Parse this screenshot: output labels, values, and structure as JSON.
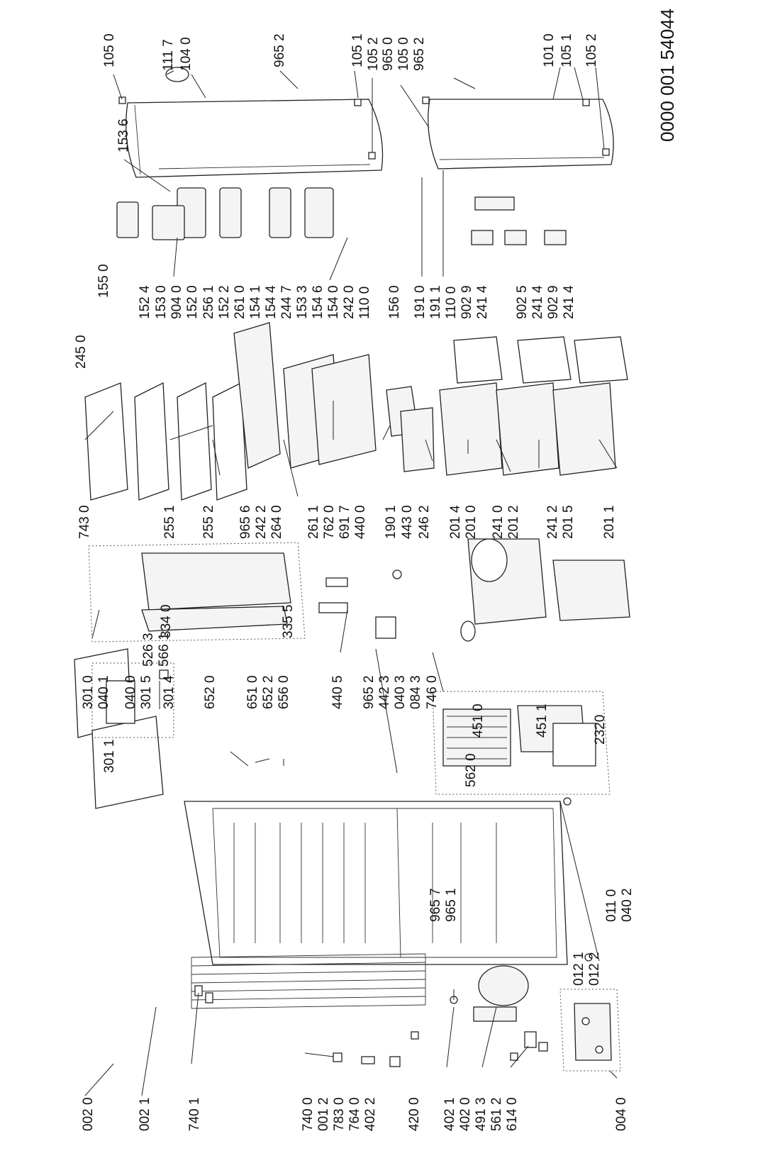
{
  "document_code": "0000 001 54044",
  "labels": [
    "105 0",
    "111 7",
    "104 0",
    "965 2",
    "105 1",
    "105 2",
    "965 0",
    "105 0",
    "965 2",
    "101 0",
    "105 1",
    "105 2",
    "153 6",
    "245 0",
    "155 0",
    "152 4",
    "153 0",
    "904 0",
    "152 0",
    "256 1",
    "152 2",
    "261 0",
    "154 1",
    "154 4",
    "244 7",
    "153 3",
    "154 6",
    "154 0",
    "242 0",
    "110 0",
    "156 0",
    "191 0",
    "191 1",
    "110 0",
    "902 9",
    "241 4",
    "902 5",
    "241 4",
    "902 9",
    "241 4",
    "743 0",
    "255 1",
    "255 2",
    "965 6",
    "242 2",
    "264 0",
    "261 1",
    "762 0",
    "691 7",
    "440 0",
    "190 1",
    "443 0",
    "246 2",
    "201 4",
    "201 0",
    "241 0",
    "201 2",
    "241 2",
    "201 5",
    "201 1",
    "334 0",
    "526 3",
    "566 1",
    "335 5",
    "301 0",
    "040 1",
    "040 0",
    "301 5",
    "301 4",
    "301 1",
    "652 0",
    "651 0",
    "652 2",
    "656 0",
    "440 5",
    "965 2",
    "442 3",
    "040 3",
    "084 3",
    "746 0",
    "451 0",
    "451 1",
    "562 0",
    "2320",
    "002 0",
    "002 1",
    "740 1",
    "740 0",
    "001 2",
    "783 0",
    "764 0",
    "402 2",
    "420 0",
    "402 1",
    "402 0",
    "491 3",
    "561 2",
    "614 0",
    "004 0",
    "965 7",
    "965 1",
    "011 0",
    "040 2",
    "012 1",
    "012 2"
  ],
  "icons": [
    "refrigerator-cabinet",
    "freezer-door",
    "fridge-door",
    "glass-shelf",
    "door-balcony",
    "crisper-drawer",
    "freezer-drawer",
    "condenser-coil",
    "compressor",
    "evaporator",
    "control-panel"
  ]
}
